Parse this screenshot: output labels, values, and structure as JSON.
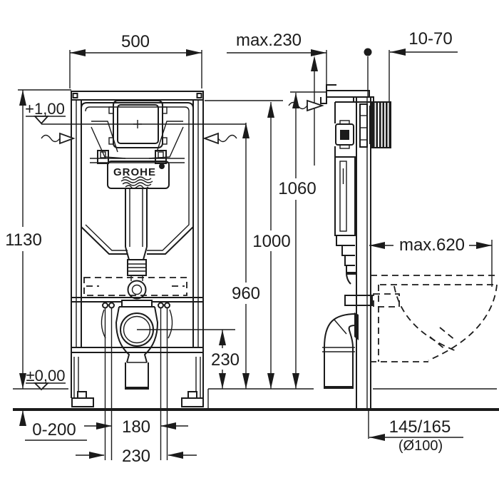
{
  "drawing": {
    "brand": "GROHE",
    "dims": {
      "frame_width": "500",
      "max_depth": "max.230",
      "wall_clearance": "10-70",
      "level_top": "+1,00",
      "frame_height": "1130",
      "level_zero": "±0,00",
      "floor_buildup": "0-200",
      "bolt_spacing": "180",
      "outlet_spacing": "230",
      "h_1060": "1060",
      "h_1000": "1000",
      "h_960": "960",
      "outlet_height": "230",
      "max_side": "max.620",
      "outlet_depth": "145/165",
      "pipe_diameter": "(Ø100)"
    }
  }
}
